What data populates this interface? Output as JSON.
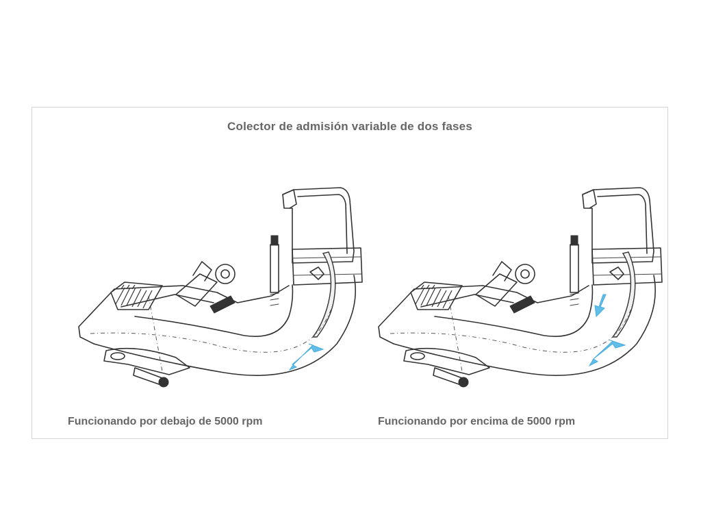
{
  "figure": {
    "title": "Colector de admisión variable de dos fases",
    "left_caption": "Funcionando por debajo de 5000 rpm",
    "right_caption": "Funcionando por encima de 5000 rpm"
  },
  "colors": {
    "line": "#333333",
    "flow_arrow": "#45b3e6",
    "caption_text": "#666666",
    "frame_border": "#d4d4d4"
  }
}
